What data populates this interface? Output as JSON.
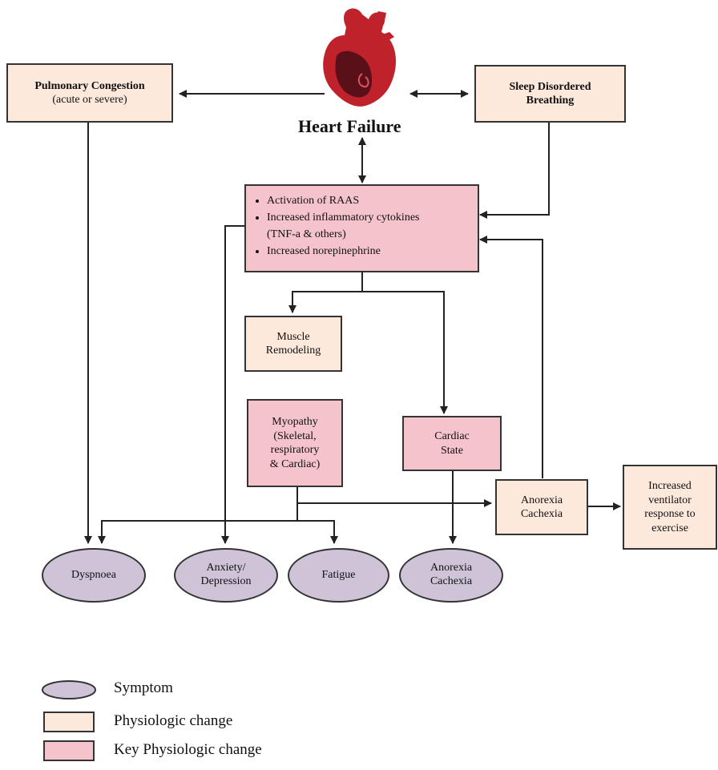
{
  "title": "Heart Failure",
  "boxes": {
    "pulmonary": {
      "line1": "Pulmonary Congestion",
      "line2": "(acute or severe)"
    },
    "sleep": {
      "line1": "Sleep Disordered",
      "line2": "Breathing"
    },
    "raas": {
      "items": [
        "Activation of RAAS",
        "Increased inflammatory cytokines",
        "(TNF-a & others)",
        "Increased norepinephrine"
      ]
    },
    "muscle": {
      "line1": "Muscle",
      "line2": "Remodeling"
    },
    "myopathy": {
      "line1": "Myopathy",
      "line2": "(Skeletal,",
      "line3": "respiratory",
      "line4": "& Cardiac)"
    },
    "cardiac": {
      "line1": "Cardiac",
      "line2": "State"
    },
    "anorexia_box": {
      "line1": "Anorexia",
      "line2": "Cachexia"
    },
    "ventilator": {
      "line1": "Increased",
      "line2": "ventilator",
      "line3": "response to",
      "line4": "exercise"
    }
  },
  "symptoms": {
    "dyspnoea": "Dyspnoea",
    "anxiety": {
      "line1": "Anxiety/",
      "line2": "Depression"
    },
    "fatigue": "Fatigue",
    "anorexia": {
      "line1": "Anorexia",
      "line2": "Cachexia"
    }
  },
  "legend": {
    "symptom": "Symptom",
    "physiologic": "Physiologic change",
    "key_physiologic": "Key Physiologic change"
  },
  "colors": {
    "physiologic": "#fde8dc",
    "key_physiologic": "#f5c3cc",
    "symptom": "#cfc3d8",
    "heart": "#c0222b"
  }
}
